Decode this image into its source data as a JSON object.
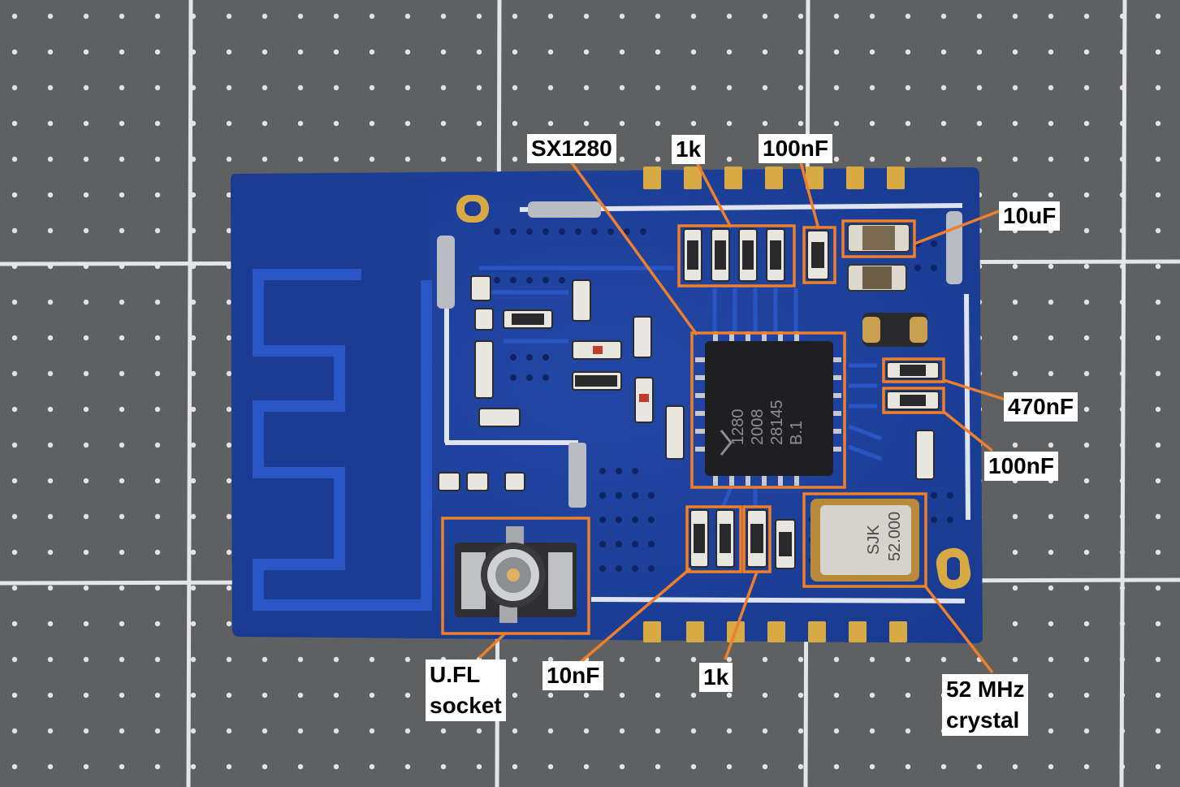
{
  "colors": {
    "mat": "#5f6062",
    "grid_line": "#e4e5e8",
    "dot": "#f2f2f2",
    "pcb": "#1c3f9a",
    "pcb_dark": "#173685",
    "trace": "#2a56c4",
    "silk": "#dfe3ee",
    "gold": "#d7aa44",
    "chip": "#1f1f22",
    "callout": "#f07f2a",
    "label_bg": "#ffffff"
  },
  "labels": {
    "sx1280": "SX1280",
    "r1k_top": "1k",
    "c100n_top": "100nF",
    "c10u": "10uF",
    "c470n": "470nF",
    "c100n_right": "100nF",
    "ufl_line1": "U.FL",
    "ufl_line2": "socket",
    "c10n": "10nF",
    "r1k_bottom": "1k",
    "xtal_line1": "52 MHz",
    "xtal_line2": "crystal"
  },
  "chip_marking": [
    "1280",
    "2008",
    "28145",
    "B.1"
  ],
  "crystal_marking": [
    "SJK",
    "52.000"
  ]
}
